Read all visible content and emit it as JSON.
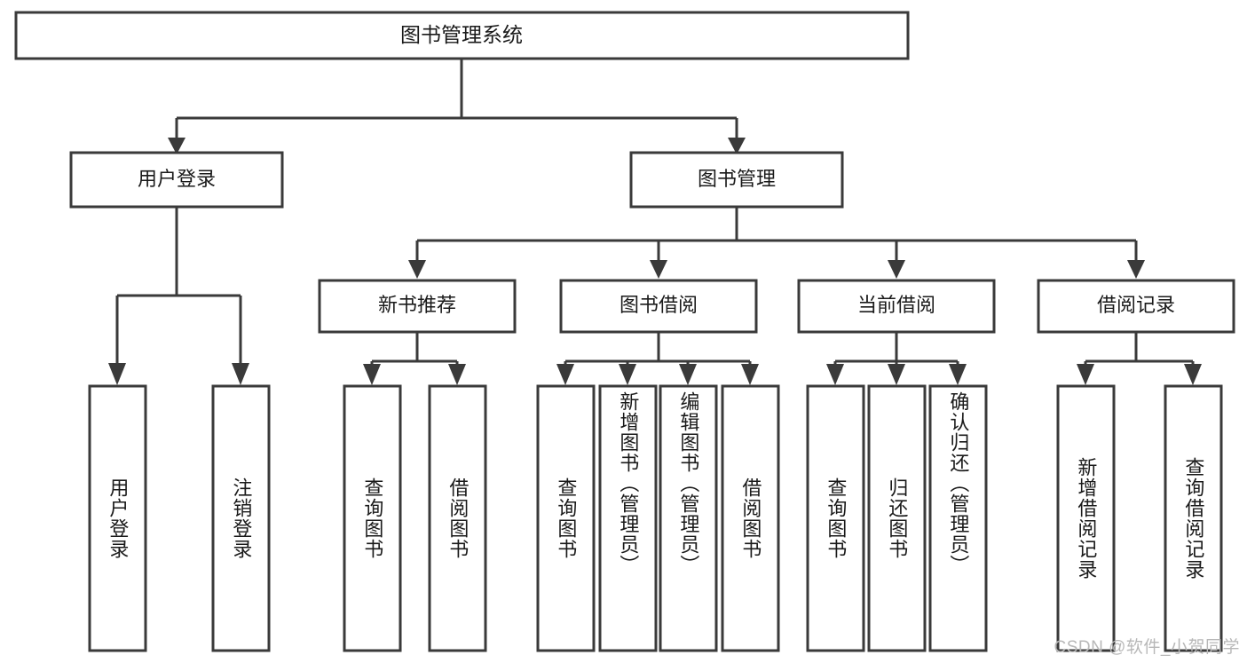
{
  "diagram": {
    "type": "tree",
    "title_node": "图书管理系统",
    "orientation": "top-down",
    "colors": {
      "stroke": "#3a3a3a",
      "fill": "#ffffff",
      "text": "#1a1a1a",
      "watermark": "#b8b8b8",
      "background": "#ffffff"
    },
    "root": {
      "label": "图书管理系统"
    },
    "level2": [
      {
        "label": "用户登录"
      },
      {
        "label": "图书管理"
      }
    ],
    "level3": [
      {
        "label": "新书推荐"
      },
      {
        "label": "图书借阅"
      },
      {
        "label": "当前借阅"
      },
      {
        "label": "借阅记录"
      }
    ],
    "leaves": {
      "user_login": [
        {
          "label": "用户登录"
        },
        {
          "label": "注销登录"
        }
      ],
      "new_book_recommend": [
        {
          "label": "查询图书"
        },
        {
          "label": "借阅图书"
        }
      ],
      "book_borrow": [
        {
          "label": "查询图书"
        },
        {
          "label": "新增图书（管理员）"
        },
        {
          "label": "编辑图书（管理员）"
        },
        {
          "label": "借阅图书"
        }
      ],
      "current_borrow": [
        {
          "label": "查询图书"
        },
        {
          "label": "归还图书"
        },
        {
          "label": "确认归还（管理员）"
        }
      ],
      "borrow_record": [
        {
          "label": "新增借阅记录"
        },
        {
          "label": "查询借阅记录"
        }
      ]
    },
    "edges": [
      {
        "from": "图书管理系统",
        "to": "用户登录"
      },
      {
        "from": "图书管理系统",
        "to": "图书管理"
      },
      {
        "from": "用户登录",
        "to": "用户登录"
      },
      {
        "from": "用户登录",
        "to": "注销登录"
      },
      {
        "from": "图书管理",
        "to": "新书推荐"
      },
      {
        "from": "图书管理",
        "to": "图书借阅"
      },
      {
        "from": "图书管理",
        "to": "当前借阅"
      },
      {
        "from": "图书管理",
        "to": "借阅记录"
      },
      {
        "from": "新书推荐",
        "to": "查询图书"
      },
      {
        "from": "新书推荐",
        "to": "借阅图书"
      },
      {
        "from": "图书借阅",
        "to": "查询图书"
      },
      {
        "from": "图书借阅",
        "to": "新增图书（管理员）"
      },
      {
        "from": "图书借阅",
        "to": "编辑图书（管理员）"
      },
      {
        "from": "图书借阅",
        "to": "借阅图书"
      },
      {
        "from": "当前借阅",
        "to": "查询图书"
      },
      {
        "from": "当前借阅",
        "to": "归还图书"
      },
      {
        "from": "当前借阅",
        "to": "确认归还（管理员）"
      },
      {
        "from": "借阅记录",
        "to": "新增借阅记录"
      },
      {
        "from": "借阅记录",
        "to": "查询借阅记录"
      }
    ]
  },
  "watermark": {
    "text": "CSDN @软件_小贺同学"
  }
}
